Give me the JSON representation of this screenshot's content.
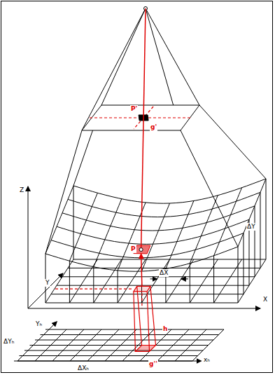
{
  "diagram": {
    "labels": [
      "Z",
      "Y",
      "X",
      "P'",
      "g'",
      "P",
      "ΔX",
      "ΔY",
      "h",
      "Yₕ",
      "ΔYₕ",
      "xₕ",
      "ΔXₕ",
      "g''"
    ]
  }
}
